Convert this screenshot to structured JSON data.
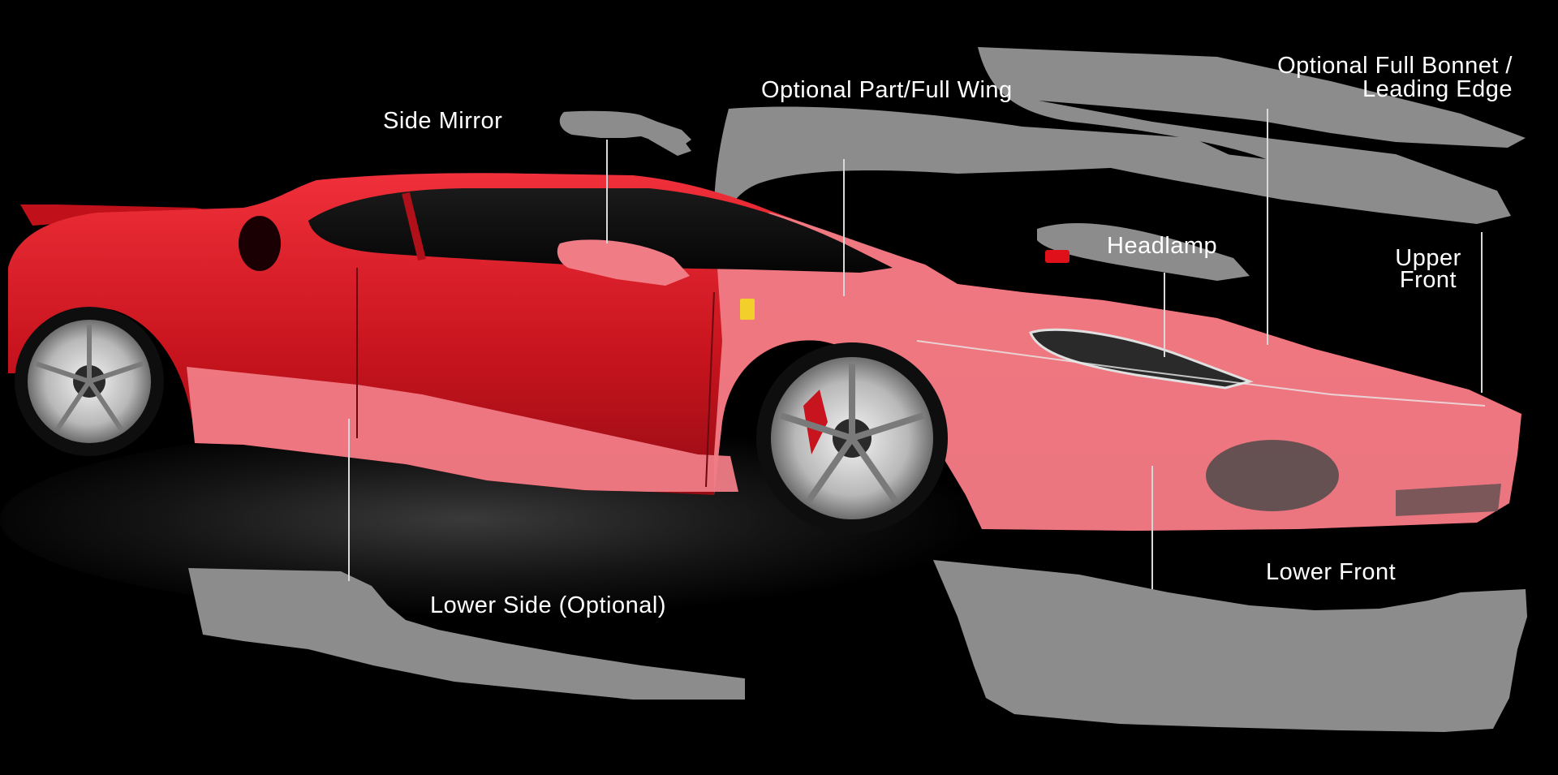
{
  "diagram": {
    "subject": "sports car paint protection film kit",
    "colors": {
      "background": "#000000",
      "car_body": "#d8202c",
      "film_overlay": "#f07c86",
      "template_shape": "#8c8c8c",
      "leader_line": "#d9d9d9",
      "label_text": "#ffffff"
    },
    "labels": {
      "side_mirror": "Side Mirror",
      "wing": "Optional Part/Full Wing",
      "bonnet_line1": "Optional Full Bonnet /",
      "bonnet_line2": "Leading Edge",
      "headlamp": "Headlamp",
      "upper_front_line1": "Upper",
      "upper_front_line2": "Front",
      "lower_side": "Lower Side (Optional)",
      "lower_front": "Lower Front"
    }
  }
}
